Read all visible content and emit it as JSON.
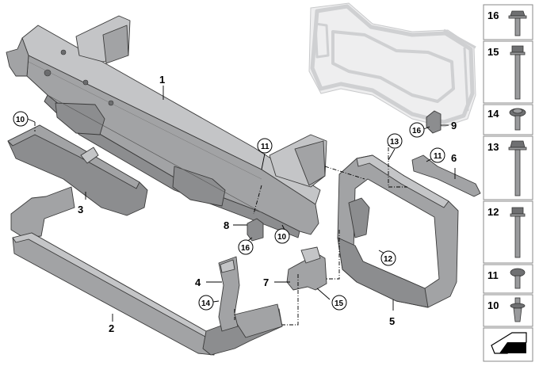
{
  "callouts": [
    {
      "id": "c1",
      "label": "1"
    },
    {
      "id": "c2",
      "label": "2"
    },
    {
      "id": "c3",
      "label": "3"
    },
    {
      "id": "c4",
      "label": "4"
    },
    {
      "id": "c5",
      "label": "5"
    },
    {
      "id": "c6",
      "label": "6"
    },
    {
      "id": "c7",
      "label": "7"
    },
    {
      "id": "c8",
      "label": "8"
    },
    {
      "id": "c9",
      "label": "9"
    }
  ],
  "circled_callouts": [
    {
      "id": "k10a",
      "label": "10"
    },
    {
      "id": "k10b",
      "label": "10"
    },
    {
      "id": "k11a",
      "label": "11"
    },
    {
      "id": "k11b",
      "label": "11"
    },
    {
      "id": "k12",
      "label": "12"
    },
    {
      "id": "k13",
      "label": "13"
    },
    {
      "id": "k14",
      "label": "14"
    },
    {
      "id": "k15",
      "label": "15"
    },
    {
      "id": "k16a",
      "label": "16"
    },
    {
      "id": "k16b",
      "label": "16"
    }
  ],
  "fastener_panel": [
    {
      "label": "16",
      "icon": "hex-flange-bolt-short-icon"
    },
    {
      "label": "15",
      "icon": "hex-bolt-long-icon"
    },
    {
      "label": "14",
      "icon": "torx-washer-bolt-icon"
    },
    {
      "label": "13",
      "icon": "hex-flange-bolt-long-icon"
    },
    {
      "label": "12",
      "icon": "hex-bolt-long-icon"
    },
    {
      "label": "11",
      "icon": "round-head-bolt-icon"
    },
    {
      "label": "10",
      "icon": "expanding-rivet-icon"
    },
    {
      "label": "",
      "icon": "catalog-arrow-icon"
    }
  ]
}
